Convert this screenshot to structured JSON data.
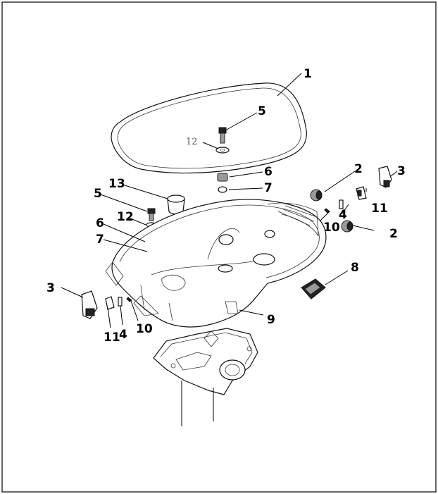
{
  "diagram": {
    "callouts": [
      {
        "id": "c1",
        "text": "1"
      },
      {
        "id": "c5a",
        "text": "5"
      },
      {
        "id": "c12a",
        "text": "12"
      },
      {
        "id": "c6a",
        "text": "6"
      },
      {
        "id": "c7a",
        "text": "7"
      },
      {
        "id": "c2a",
        "text": "2"
      },
      {
        "id": "c3a",
        "text": "3"
      },
      {
        "id": "c13",
        "text": "13"
      },
      {
        "id": "c5b",
        "text": "5"
      },
      {
        "id": "c12b",
        "text": "12"
      },
      {
        "id": "c6b",
        "text": "6"
      },
      {
        "id": "c7b",
        "text": "7"
      },
      {
        "id": "c4a",
        "text": "4"
      },
      {
        "id": "c11a",
        "text": "11"
      },
      {
        "id": "c10a",
        "text": "10"
      },
      {
        "id": "c2b",
        "text": "2"
      },
      {
        "id": "c8",
        "text": "8"
      },
      {
        "id": "c3b",
        "text": "3"
      },
      {
        "id": "c9",
        "text": "9"
      },
      {
        "id": "c11b",
        "text": "11"
      },
      {
        "id": "c4b",
        "text": "4"
      },
      {
        "id": "c10b",
        "text": "10"
      }
    ]
  }
}
